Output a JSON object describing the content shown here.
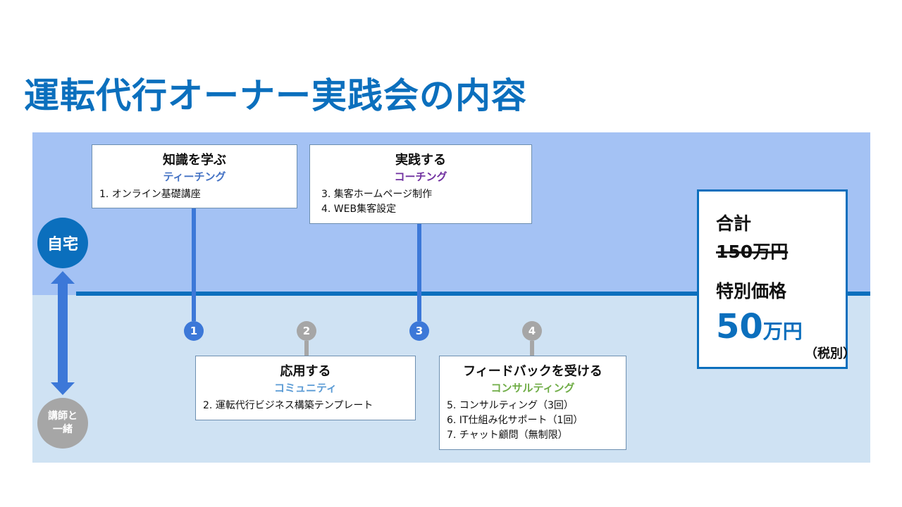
{
  "title": "運転代行オーナー実践会の内容",
  "colors": {
    "title": "#0b6fbd",
    "band_top": "#a4c2f4",
    "band_bottom": "#cfe2f3",
    "axis": "#0b6fbd",
    "marker_blue": "#3c78d8",
    "marker_gray": "#a6a6a6",
    "teaching": "#4472c4",
    "coaching": "#7030a0",
    "community": "#5b9bd5",
    "consulting": "#70ad47"
  },
  "locations": {
    "home": "自宅",
    "with_instructor_line1": "講師と",
    "with_instructor_line2": "一緒"
  },
  "steps": [
    {
      "number": "1",
      "title": "知識を学ぶ",
      "subtitle": "ティーチング",
      "items": [
        "1. オンライン基礎講座"
      ]
    },
    {
      "number": "2",
      "title": "応用する",
      "subtitle": "コミュニティ",
      "items": [
        "2. 運転代行ビジネス構築テンプレート"
      ]
    },
    {
      "number": "3",
      "title": "実践する",
      "subtitle": "コーチング",
      "items": [
        "3. 集客ホームページ制作",
        "4. WEB集客設定"
      ]
    },
    {
      "number": "4",
      "title": "フィードバックを受ける",
      "subtitle": "コンサルティング",
      "items": [
        "5. コンサルティング（3回）",
        "6. IT仕組み化サポート（1回）",
        "7. チャット顧問（無制限）"
      ]
    }
  ],
  "price": {
    "total_label": "合計",
    "original_number": "150",
    "original_unit": "万円",
    "special_label": "特別価格",
    "special_number": "50",
    "special_unit": "万円",
    "tax_note": "（税別）"
  }
}
